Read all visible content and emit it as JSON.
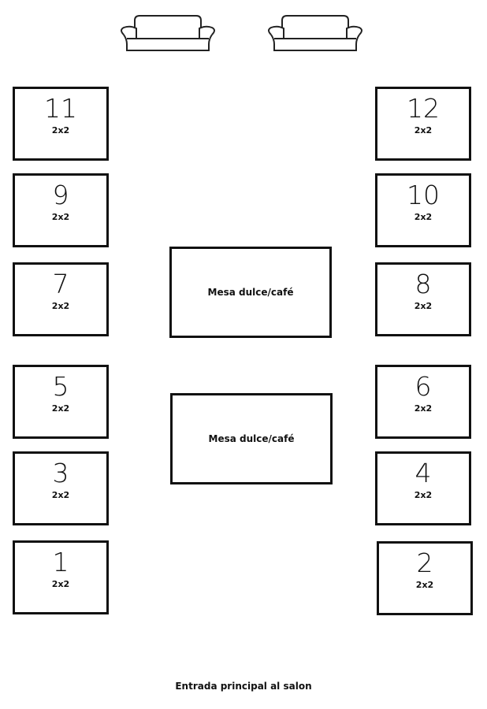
{
  "tables": [
    {
      "number": "11",
      "size": "2x2",
      "side": "left"
    },
    {
      "number": "12",
      "size": "2x2",
      "side": "right"
    },
    {
      "number": "9",
      "size": "2x2",
      "side": "left"
    },
    {
      "number": "10",
      "size": "2x2",
      "side": "right"
    },
    {
      "number": "7",
      "size": "2x2",
      "side": "left"
    },
    {
      "number": "8",
      "size": "2x2",
      "side": "right"
    },
    {
      "number": "5",
      "size": "2x2",
      "side": "left"
    },
    {
      "number": "6",
      "size": "2x2",
      "side": "right"
    },
    {
      "number": "3",
      "size": "2x2",
      "side": "left"
    },
    {
      "number": "4",
      "size": "2x2",
      "side": "right"
    },
    {
      "number": "1",
      "size": "2x2",
      "side": "left"
    },
    {
      "number": "2",
      "size": "2x2",
      "side": "right"
    }
  ],
  "mesas": [
    {
      "label": "Mesa dulce/café"
    },
    {
      "label": "Mesa dulce/café"
    }
  ],
  "sofas": [
    "sofa-icon",
    "sofa-icon"
  ],
  "entrance": "Entrada principal al salon"
}
